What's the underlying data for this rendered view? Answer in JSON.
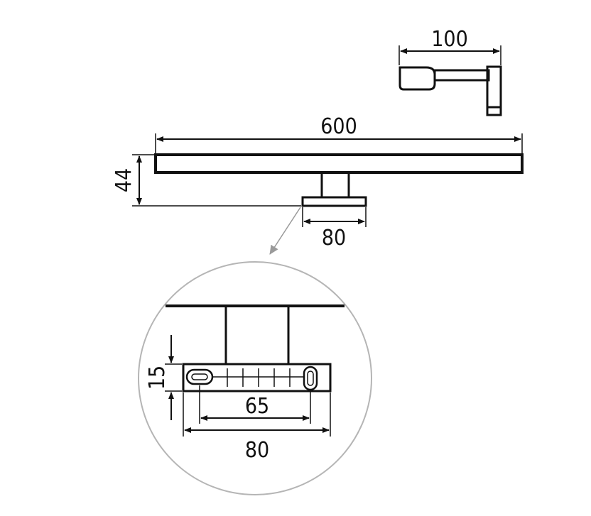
{
  "dimensions": {
    "side_depth": "100",
    "total_length": "600",
    "height": "44",
    "bracket_width": "80",
    "detail_height": "15",
    "detail_hole_spacing": "65",
    "detail_width": "80"
  },
  "colors": {
    "line": "#111111",
    "detail_circle": "#b5b5b5",
    "leader": "#9a9a9a"
  }
}
